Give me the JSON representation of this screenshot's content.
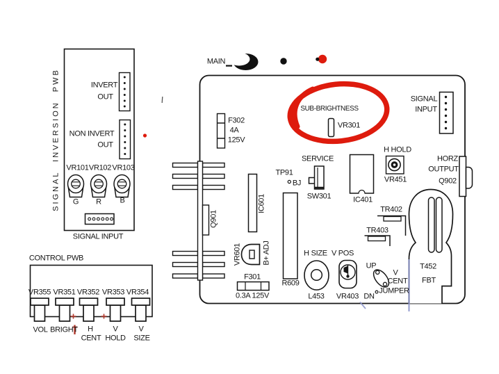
{
  "colors": {
    "annotation_red": "#de1b0d",
    "pen_red": "#b23a2e",
    "pen_blue": "#8a93c9",
    "ink": "#161616"
  },
  "top": {
    "main_label": "MAIN"
  },
  "inversion_pwb": {
    "title": "SIGNAL INVERSION PWB",
    "invert_out": {
      "line1": "INVERT",
      "line2": "OUT"
    },
    "non_invert_out": {
      "line1": "NON INVERT",
      "line2": "OUT"
    },
    "pots": [
      {
        "id": "VR101",
        "channel": "G"
      },
      {
        "id": "VR102",
        "channel": "R"
      },
      {
        "id": "VR103",
        "channel": "B"
      }
    ],
    "signal_input_label": "SIGNAL INPUT"
  },
  "control_pwb": {
    "title": "CONTROL PWB",
    "pots": [
      {
        "id": "VR355",
        "func1": "VOL",
        "func2": ""
      },
      {
        "id": "VR351",
        "func1": "BRIGHT",
        "func2": ""
      },
      {
        "id": "VR352",
        "func1": "H",
        "func2": "CENT"
      },
      {
        "id": "VR353",
        "func1": "V",
        "func2": "HOLD"
      },
      {
        "id": "VR354",
        "func1": "V",
        "func2": "SIZE"
      }
    ]
  },
  "main_board": {
    "f302": {
      "id": "F302",
      "rating_amps": "4A",
      "rating_volts": "125V"
    },
    "sub_brightness": {
      "label": "SUB-BRIGHTNESS",
      "id": "VR301"
    },
    "signal_input": {
      "line1": "SIGNAL",
      "line2": "INPUT"
    },
    "service": {
      "label": "SERVICE",
      "id": "SW301"
    },
    "h_hold": {
      "label": "H HOLD",
      "id": "VR451"
    },
    "horz_output": {
      "line1": "HORZ",
      "line2": "OUTPUT",
      "id": "Q902"
    },
    "tp91": {
      "id": "TP91",
      "point": "BJ"
    },
    "q901": {
      "id": "Q901"
    },
    "ic601": {
      "id": "IC601"
    },
    "ic401": {
      "id": "IC401"
    },
    "tr402": {
      "id": "TR402"
    },
    "tr403": {
      "id": "TR403"
    },
    "vr601": {
      "id": "VR601",
      "func": "B+ ADJ"
    },
    "f301": {
      "id": "F301",
      "rating": "0.3A 125V"
    },
    "r609": {
      "id": "R609"
    },
    "h_size": {
      "label": "H SIZE",
      "id": "L453"
    },
    "v_pos": {
      "label": "V POS",
      "id": "VR403"
    },
    "v_cent_jumper": {
      "up": "UP",
      "down": "DN",
      "line1": "V",
      "line2": "CENT",
      "line3": "JUMPER"
    },
    "fbt": {
      "id": "T452",
      "label": "FBT"
    }
  }
}
